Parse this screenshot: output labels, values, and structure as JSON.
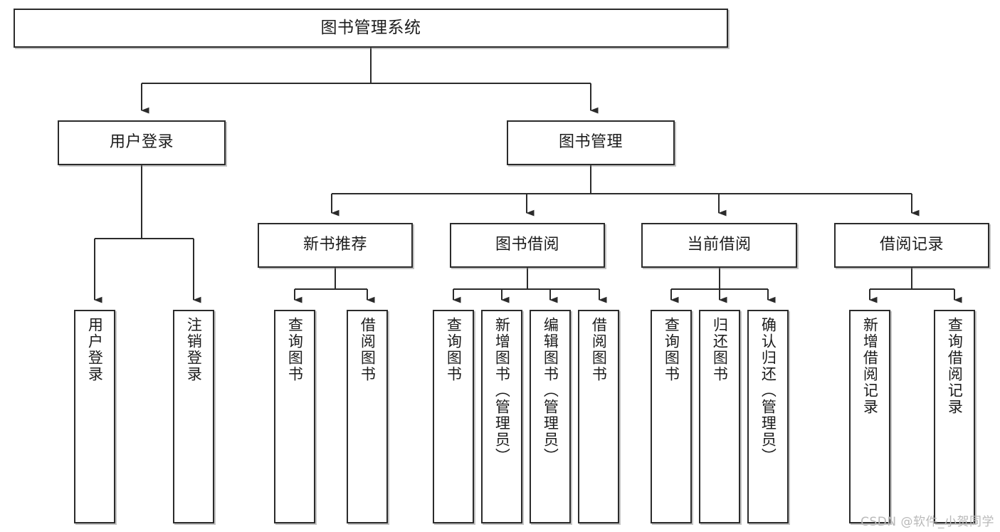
{
  "diagram": {
    "type": "tree-hierarchy",
    "title": "图书管理系统",
    "watermark": "CSDN @软件_小贺同学",
    "colors": {
      "box_border": "#2b2b2b",
      "box_fill": "#ffffff",
      "connector": "#2b2b2b",
      "text": "#1c1c1c",
      "watermark": "#b9b9b9"
    },
    "nodes": {
      "root": {
        "label": "图书管理系统"
      },
      "level2": [
        {
          "id": "user-login",
          "label": "用户登录"
        },
        {
          "id": "book-manage",
          "label": "图书管理"
        }
      ],
      "level3": [
        {
          "id": "new-book-recommend",
          "label": "新书推荐"
        },
        {
          "id": "book-borrow",
          "label": "图书借阅"
        },
        {
          "id": "current-borrow",
          "label": "当前借阅"
        },
        {
          "id": "borrow-record",
          "label": "借阅记录"
        }
      ],
      "leaves": {
        "user_login": [
          {
            "id": "leaf-user-login",
            "label": "用户登录"
          },
          {
            "id": "leaf-logout-login",
            "label": "注销登录"
          }
        ],
        "new_book_recommend": [
          {
            "id": "leaf-query-book-1",
            "label": "查询图书"
          },
          {
            "id": "leaf-borrow-book-1",
            "label": "借阅图书"
          }
        ],
        "book_borrow": [
          {
            "id": "leaf-query-book-2",
            "label": "查询图书"
          },
          {
            "id": "leaf-add-book",
            "label": "新增图书（管理员）"
          },
          {
            "id": "leaf-edit-book",
            "label": "编辑图书（管理员）"
          },
          {
            "id": "leaf-borrow-book-2",
            "label": "借阅图书"
          }
        ],
        "current_borrow": [
          {
            "id": "leaf-query-book-3",
            "label": "查询图书"
          },
          {
            "id": "leaf-return-book",
            "label": "归还图书"
          },
          {
            "id": "leaf-confirm-return",
            "label": "确认归还（管理员）"
          }
        ],
        "borrow_record": [
          {
            "id": "leaf-add-record",
            "label": "新增借阅记录"
          },
          {
            "id": "leaf-query-record",
            "label": "查询借阅记录"
          }
        ]
      }
    }
  }
}
